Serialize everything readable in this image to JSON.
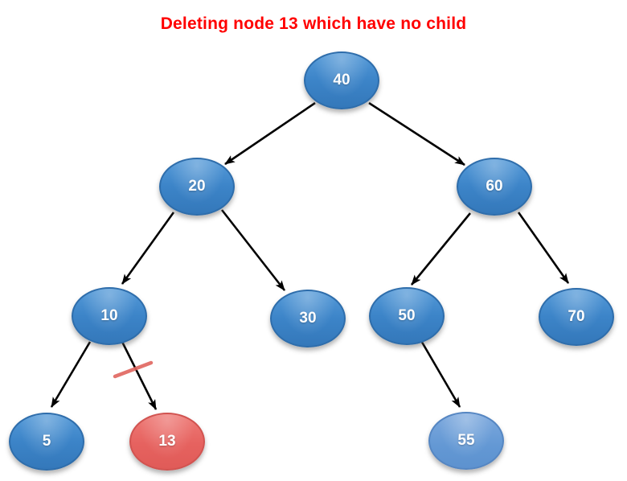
{
  "title": {
    "text": "Deleting node 13 which have no child"
  },
  "diagram": {
    "type": "binary-search-tree",
    "operation": "delete leaf node 13",
    "nodes": [
      {
        "id": "40",
        "value": "40",
        "role": "root",
        "style": "blue"
      },
      {
        "id": "20",
        "value": "20",
        "role": "inner",
        "style": "blue"
      },
      {
        "id": "60",
        "value": "60",
        "role": "inner",
        "style": "blue"
      },
      {
        "id": "10",
        "value": "10",
        "role": "inner",
        "style": "blue"
      },
      {
        "id": "30",
        "value": "30",
        "role": "leaf",
        "style": "blue"
      },
      {
        "id": "50",
        "value": "50",
        "role": "inner",
        "style": "blue"
      },
      {
        "id": "70",
        "value": "70",
        "role": "leaf",
        "style": "blue"
      },
      {
        "id": "5",
        "value": "5",
        "role": "leaf",
        "style": "blue"
      },
      {
        "id": "13",
        "value": "13",
        "role": "leaf",
        "style": "red-delete-target"
      },
      {
        "id": "55",
        "value": "55",
        "role": "leaf",
        "style": "light-blue"
      }
    ],
    "edges": [
      {
        "from": "40",
        "to": "20"
      },
      {
        "from": "40",
        "to": "60"
      },
      {
        "from": "20",
        "to": "10"
      },
      {
        "from": "20",
        "to": "30"
      },
      {
        "from": "60",
        "to": "50"
      },
      {
        "from": "60",
        "to": "70"
      },
      {
        "from": "10",
        "to": "5"
      },
      {
        "from": "10",
        "to": "13",
        "marked_for_deletion": true
      },
      {
        "from": "50",
        "to": "55"
      }
    ],
    "deletion_mark": {
      "on_edge": "10-13",
      "shape": "red slash crossing the arrow"
    },
    "colors": {
      "title_text": "#ff0000",
      "node_blue": "#3c84c8",
      "node_light_blue": "#6a9bd6",
      "node_delete_red": "#e6625f",
      "node_text": "#ffffff",
      "edge_black": "#000000",
      "deletion_slash": "#e0665f"
    }
  }
}
